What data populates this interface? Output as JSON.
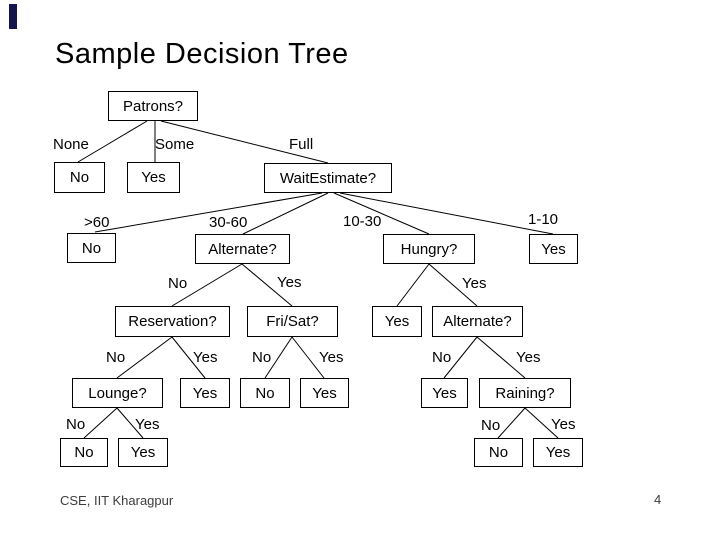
{
  "slide": {
    "title": "Sample Decision Tree",
    "footer": "CSE, IIT Kharagpur",
    "page_number": "4",
    "accent_bar_color": "#15154e"
  },
  "tree": {
    "nodes": [
      {
        "label": "Patrons?"
      },
      {
        "label": "No"
      },
      {
        "label": "Yes"
      },
      {
        "label": "WaitEstimate?"
      },
      {
        "label": "No"
      },
      {
        "label": "Alternate?"
      },
      {
        "label": "Hungry?"
      },
      {
        "label": "Yes"
      },
      {
        "label": "Reservation?"
      },
      {
        "label": "Fri/Sat?"
      },
      {
        "label": "Yes"
      },
      {
        "label": "Alternate?"
      },
      {
        "label": "Lounge?"
      },
      {
        "label": "Yes"
      },
      {
        "label": "No"
      },
      {
        "label": "Yes"
      },
      {
        "label": "Yes"
      },
      {
        "label": "Raining?"
      },
      {
        "label": "No"
      },
      {
        "label": "Yes"
      },
      {
        "label": "No"
      },
      {
        "label": "Yes"
      }
    ],
    "branch_labels": [
      "None",
      "Some",
      "Full",
      ">60",
      "30-60",
      "10-30",
      "1-10",
      "No",
      "Yes",
      "Yes",
      "No",
      "Yes",
      "No",
      "Yes",
      "No",
      "Yes",
      "No",
      "Yes",
      "No",
      "Yes"
    ],
    "relations": [
      {
        "from": "Patrons?",
        "label": "None",
        "to": "No"
      },
      {
        "from": "Patrons?",
        "label": "Some",
        "to": "Yes"
      },
      {
        "from": "Patrons?",
        "label": "Full",
        "to": "WaitEstimate?"
      },
      {
        "from": "WaitEstimate?",
        "label": ">60",
        "to": "No"
      },
      {
        "from": "WaitEstimate?",
        "label": "30-60",
        "to": "Alternate?"
      },
      {
        "from": "WaitEstimate?",
        "label": "10-30",
        "to": "Hungry?"
      },
      {
        "from": "WaitEstimate?",
        "label": "1-10",
        "to": "Yes"
      },
      {
        "from": "Alternate?",
        "label": "No",
        "to": "Reservation?"
      },
      {
        "from": "Alternate?",
        "label": "Yes",
        "to": "Fri/Sat?"
      },
      {
        "from": "Hungry?",
        "label": "",
        "to": "Yes"
      },
      {
        "from": "Hungry?",
        "label": "Yes",
        "to": "Alternate?"
      },
      {
        "from": "Reservation?",
        "label": "No",
        "to": "Lounge?"
      },
      {
        "from": "Reservation?",
        "label": "Yes",
        "to": "Yes"
      },
      {
        "from": "Fri/Sat?",
        "label": "No",
        "to": "No"
      },
      {
        "from": "Fri/Sat?",
        "label": "Yes",
        "to": "Yes"
      },
      {
        "from": "Alternate?",
        "label": "No",
        "to": "Yes"
      },
      {
        "from": "Alternate?",
        "label": "Yes",
        "to": "Raining?"
      },
      {
        "from": "Lounge?",
        "label": "No",
        "to": "No"
      },
      {
        "from": "Lounge?",
        "label": "Yes",
        "to": "Yes"
      },
      {
        "from": "Raining?",
        "label": "No",
        "to": "No"
      },
      {
        "from": "Raining?",
        "label": "Yes",
        "to": "Yes"
      }
    ]
  }
}
